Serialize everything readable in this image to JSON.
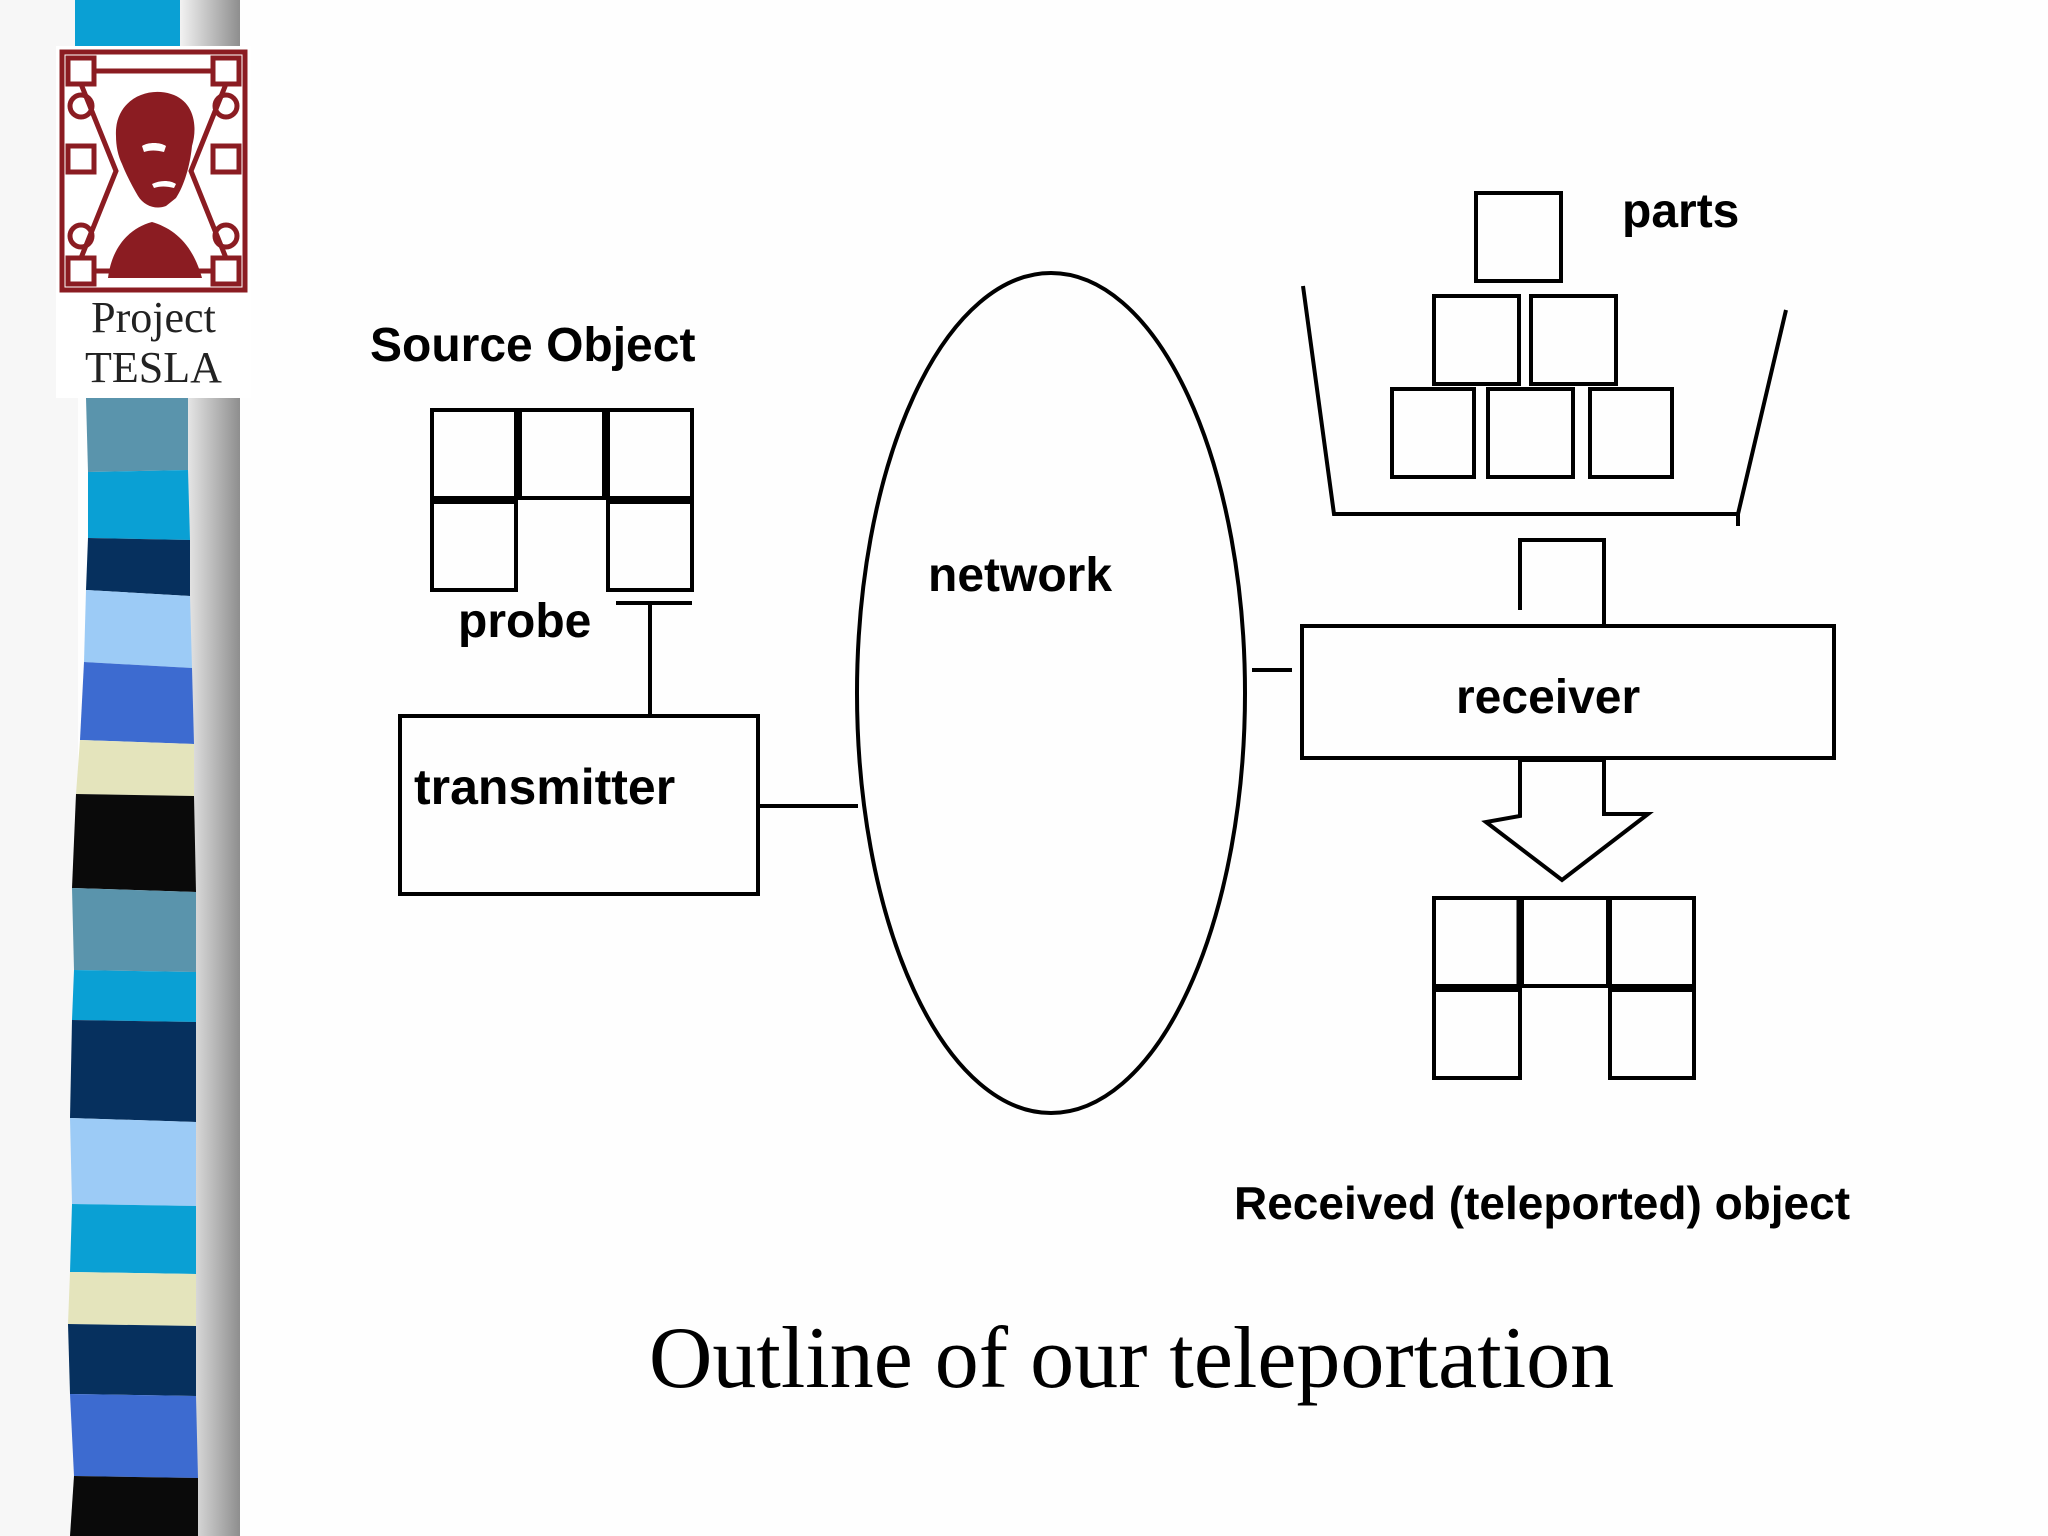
{
  "logo": {
    "line1": "Project",
    "line2": "TESLA"
  },
  "labels": {
    "source_object": "Source Object",
    "probe": "probe",
    "transmitter": "transmitter",
    "network": "network",
    "parts": "parts",
    "receiver": "receiver",
    "received_object": "Received (teleported) object"
  },
  "title": "Outline of our teleportation",
  "colors": {
    "logo_maroon": "#8b1c22",
    "stripe_cyan": "#0aa0d4",
    "stripe_navy": "#06305e",
    "stripe_steel": "#5a94ac",
    "stripe_light_blue": "#9ccbf6",
    "stripe_royal": "#3d6bd0",
    "stripe_beige": "#e4e4bc",
    "stripe_black": "#0a0a0a"
  }
}
